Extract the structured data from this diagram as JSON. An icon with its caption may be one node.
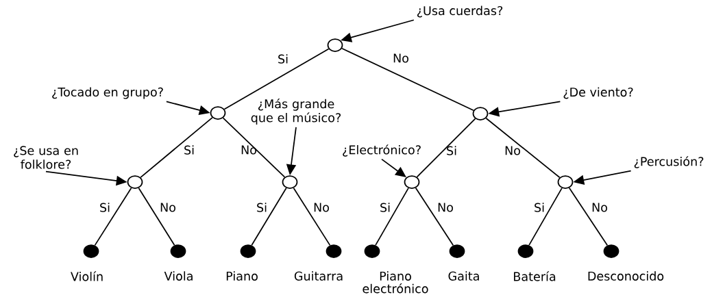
{
  "diagram": {
    "nodes": [
      {
        "text": [],
        "shape": "circle"
      },
      {
        "text": [],
        "shape": "circle"
      },
      {
        "text": [],
        "shape": "circle"
      },
      {
        "text": [],
        "shape": "circle"
      },
      {
        "text": [],
        "shape": "circle"
      },
      {
        "text": [],
        "shape": "circle"
      },
      {
        "text": [],
        "shape": "circle"
      },
      {
        "text": [],
        "shape": "circle",
        "beside": [
          "Violín"
        ]
      },
      {
        "text": [],
        "shape": "circle",
        "beside": [
          "Viola"
        ]
      },
      {
        "text": [],
        "shape": "circle",
        "beside": [
          "Piano"
        ]
      },
      {
        "text": [],
        "shape": "circle",
        "beside": [
          "Guitarra"
        ]
      },
      {
        "text": [],
        "shape": "circle",
        "beside": [
          "Piano electrónico"
        ]
      },
      {
        "text": [],
        "shape": "circle",
        "beside": [
          "Gaita"
        ]
      },
      {
        "text": [],
        "shape": "circle",
        "beside": [
          "Batería"
        ]
      },
      {
        "text": [],
        "shape": "circle",
        "beside": [
          "Desconocido"
        ]
      },
      {
        "text": [
          "¿Usa cuerdas?"
        ]
      },
      {
        "text": [
          "¿Tocado en grupo?"
        ]
      },
      {
        "text": [
          "¿Más grande que el músico?"
        ]
      },
      {
        "text": [
          "¿Se usa en folklore?"
        ]
      },
      {
        "text": [
          "¿De viento?"
        ]
      },
      {
        "text": [
          "¿Electrónico?"
        ]
      },
      {
        "text": [
          "¿Percusión?"
        ]
      }
    ],
    "edges": [
      {
        "from": 0,
        "to": 1,
        "arrow": "none",
        "label": "Si"
      },
      {
        "from": 0,
        "to": 4,
        "arrow": "none",
        "label": "No"
      },
      {
        "from": 1,
        "to": 2,
        "arrow": "none",
        "label": "Si"
      },
      {
        "from": 1,
        "to": 3,
        "arrow": "none",
        "label": "No"
      },
      {
        "from": 4,
        "to": 5,
        "arrow": "none",
        "label": "Si"
      },
      {
        "from": 4,
        "to": 6,
        "arrow": "none",
        "label": "No"
      },
      {
        "from": 2,
        "to": 7,
        "arrow": "none",
        "label": "Si"
      },
      {
        "from": 2,
        "to": 8,
        "arrow": "none",
        "label": "No"
      },
      {
        "from": 3,
        "to": 9,
        "arrow": "none",
        "label": "Si"
      },
      {
        "from": 3,
        "to": 10,
        "arrow": "none",
        "label": "No"
      },
      {
        "from": 5,
        "to": 11,
        "arrow": "none",
        "label": "Si"
      },
      {
        "from": 5,
        "to": 12,
        "arrow": "none",
        "label": "No"
      },
      {
        "from": 6,
        "to": 13,
        "arrow": "none",
        "label": "Si"
      },
      {
        "from": 6,
        "to": 14,
        "arrow": "none",
        "label": "No"
      },
      {
        "from": 15,
        "to": 0,
        "arrow": "to"
      },
      {
        "from": 16,
        "to": 1,
        "arrow": "to"
      },
      {
        "from": 17,
        "to": 3,
        "arrow": "to"
      },
      {
        "from": 18,
        "to": 2,
        "arrow": "to"
      },
      {
        "from": 19,
        "to": 4,
        "arrow": "to"
      },
      {
        "from": 20,
        "to": 5,
        "arrow": "to"
      },
      {
        "from": 21,
        "to": 6,
        "arrow": "to"
      }
    ]
  }
}
